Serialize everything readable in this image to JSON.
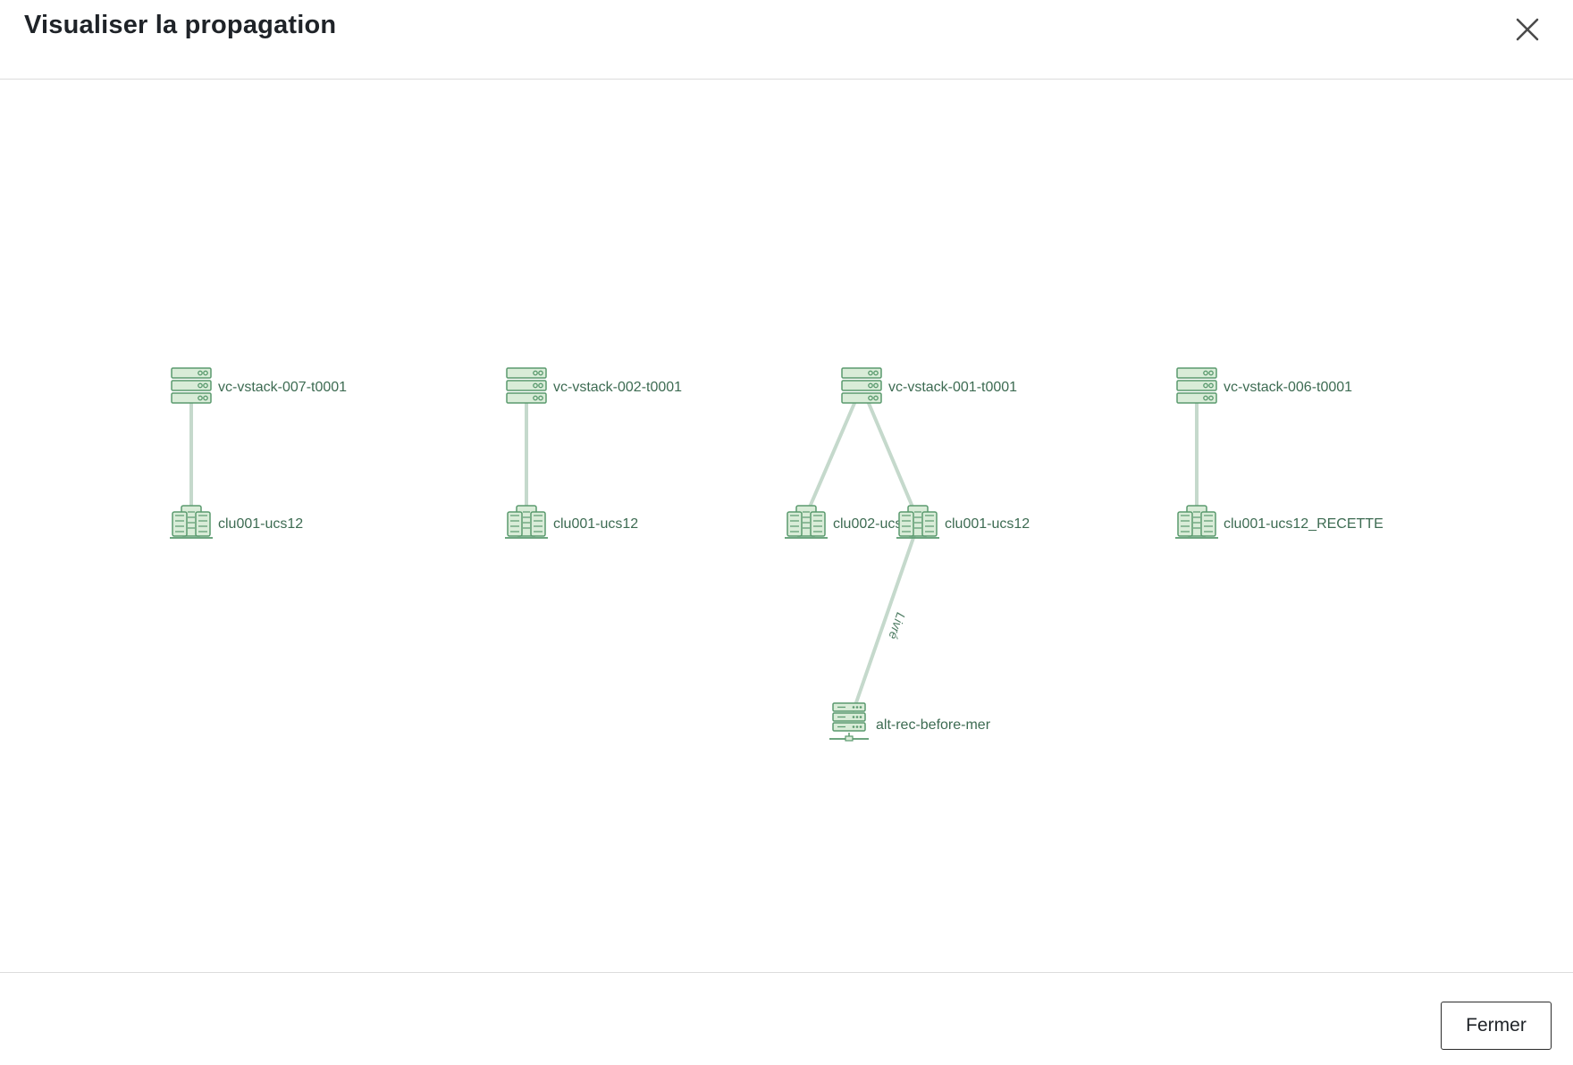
{
  "dialog": {
    "title": "Visualiser la propagation",
    "close_icon": "close-icon",
    "close_button_label": "Fermer"
  },
  "graph": {
    "colors": {
      "node_icon": "#5a9a6e",
      "node_fill": "#d9ecd8",
      "edge": "#c5d9cc",
      "label": "#3d6b52"
    },
    "nodes": [
      {
        "id": "vs7",
        "label": "vc-vstack-007-t0001",
        "icon": "server-rack-icon"
      },
      {
        "id": "vs2",
        "label": "vc-vstack-002-t0001",
        "icon": "server-rack-icon"
      },
      {
        "id": "vs1",
        "label": "vc-vstack-001-t0001",
        "icon": "server-rack-icon"
      },
      {
        "id": "vs6",
        "label": "vc-vstack-006-t0001",
        "icon": "server-rack-icon"
      },
      {
        "id": "c7",
        "label": "clu001-ucs12",
        "icon": "cluster-icon"
      },
      {
        "id": "c2",
        "label": "clu001-ucs12",
        "icon": "cluster-icon"
      },
      {
        "id": "c1b",
        "label": "clu002-ucs12",
        "icon": "cluster-icon"
      },
      {
        "id": "c1a",
        "label": "clu001-ucs12",
        "icon": "cluster-icon"
      },
      {
        "id": "c6",
        "label": "clu001-ucs12_RECETTE",
        "icon": "cluster-icon"
      },
      {
        "id": "alt",
        "label": "alt-rec-before-mer",
        "icon": "server-host-icon"
      }
    ],
    "edges": [
      {
        "from": "vs7",
        "to": "c7",
        "label": ""
      },
      {
        "from": "vs2",
        "to": "c2",
        "label": ""
      },
      {
        "from": "vs1",
        "to": "c1b",
        "label": ""
      },
      {
        "from": "vs1",
        "to": "c1a",
        "label": ""
      },
      {
        "from": "vs6",
        "to": "c6",
        "label": ""
      },
      {
        "from": "c1a",
        "to": "alt",
        "label": "Livré"
      }
    ]
  }
}
